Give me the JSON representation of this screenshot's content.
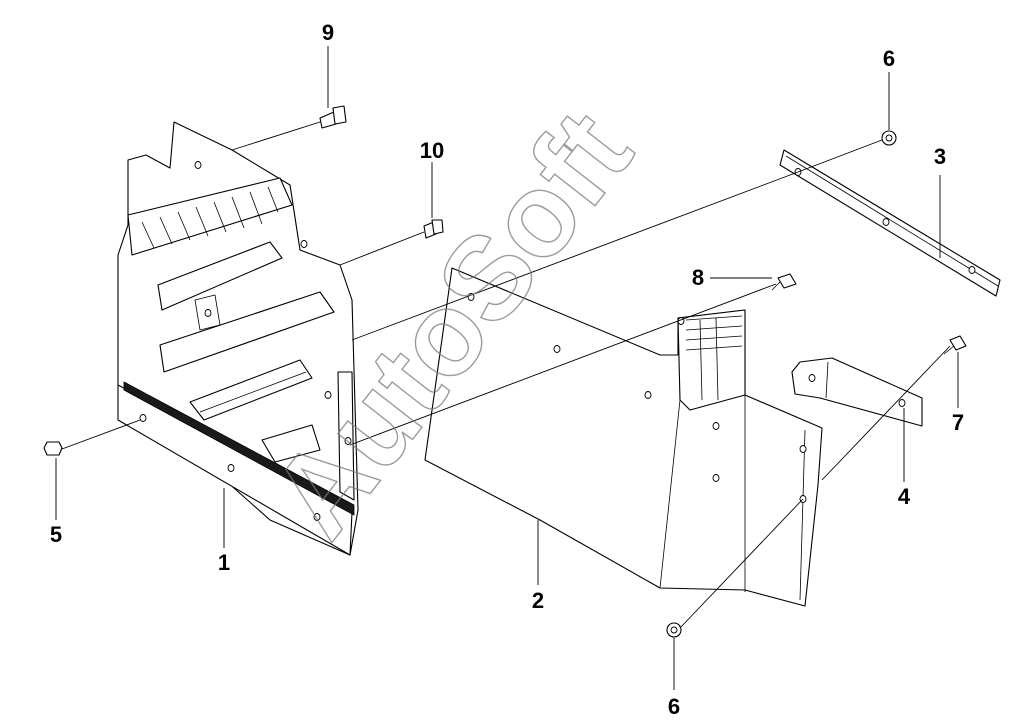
{
  "callouts": [
    {
      "id": "c1",
      "label": "1"
    },
    {
      "id": "c2",
      "label": "2"
    },
    {
      "id": "c3",
      "label": "3"
    },
    {
      "id": "c4",
      "label": "4"
    },
    {
      "id": "c5",
      "label": "5"
    },
    {
      "id": "c6a",
      "label": "6"
    },
    {
      "id": "c6b",
      "label": "6"
    },
    {
      "id": "c7",
      "label": "7"
    },
    {
      "id": "c8",
      "label": "8"
    },
    {
      "id": "c9",
      "label": "9"
    },
    {
      "id": "c10",
      "label": "10"
    }
  ],
  "watermark": "AutoSoft"
}
